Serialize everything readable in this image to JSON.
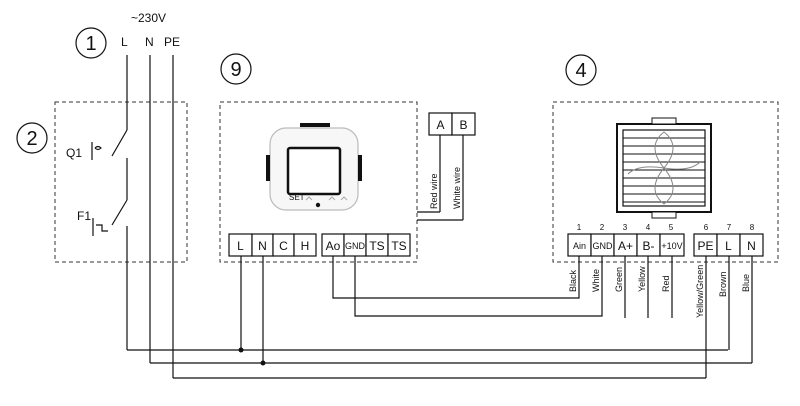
{
  "supply": {
    "voltage": "~230V",
    "labels": [
      "L",
      "N",
      "PE"
    ]
  },
  "blocks": {
    "supply_number": "1",
    "breaker_box_number": "2",
    "controller_number": "9",
    "fan_number": "4"
  },
  "breaker_box": {
    "q1_label": "Q1",
    "f1_label": "F1"
  },
  "controller": {
    "set_label": "SET",
    "terminals": [
      "L",
      "N",
      "C",
      "H",
      "Ao",
      "GND",
      "TS",
      "TS"
    ],
    "ab_terminals": [
      "A",
      "B"
    ],
    "ab_wires": [
      "Red wire",
      "White wire"
    ]
  },
  "fan": {
    "terminal_numbers": [
      "1",
      "2",
      "3",
      "4",
      "5",
      "6",
      "7",
      "8"
    ],
    "terminals": [
      "Ain",
      "GND",
      "A+",
      "B-",
      "+10V",
      "PE",
      "L",
      "N"
    ],
    "wire_colors": [
      "Black",
      "White",
      "Green",
      "Yellow",
      "Red",
      "Yellow/Green",
      "Brown",
      "Blue"
    ]
  }
}
